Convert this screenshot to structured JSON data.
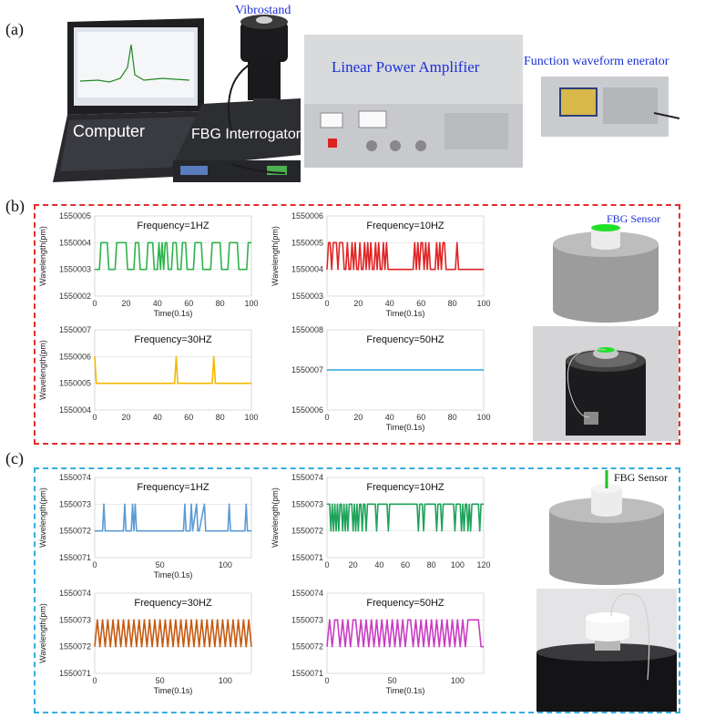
{
  "panels": {
    "a": "(a)",
    "b": "(b)",
    "c": "(c)"
  },
  "photo_labels": {
    "vibrostand": "Vibrostand",
    "amplifier": "Linear Power Amplifier",
    "function_generator": "Function waveform enerator",
    "computer": "Computer",
    "interrogator": "FBG Interrogator"
  },
  "fbg_sensor_b": "FBG Sensor",
  "fbg_sensor_c": "FBG Sensor",
  "chart_data": [
    {
      "id": "b1",
      "type": "line",
      "title": "Frequency=1HZ",
      "ylabel": "Wavelength(pm)",
      "xlabel": "Time(0.1s)",
      "color": "#2db34a",
      "xlim": [
        0,
        100
      ],
      "ylim": [
        1550002,
        1550005
      ],
      "yticks": [
        1550002,
        1550003,
        1550004,
        1550005
      ],
      "xticks": [
        0,
        20,
        40,
        60,
        80,
        100
      ],
      "x": [
        0,
        3,
        4,
        8,
        9,
        13,
        14,
        20,
        21,
        25,
        26,
        28,
        29,
        33,
        34,
        37,
        38,
        40,
        41,
        42,
        43,
        44,
        45,
        46,
        47,
        49,
        50,
        52,
        53,
        55,
        56,
        58,
        59,
        63,
        64,
        68,
        69,
        74,
        75,
        80,
        81,
        85,
        86,
        91,
        92,
        97,
        98,
        100
      ],
      "y": [
        1550003,
        1550003,
        1550004,
        1550004,
        1550003,
        1550003,
        1550004,
        1550004,
        1550003,
        1550003,
        1550004,
        1550004,
        1550003,
        1550003,
        1550004,
        1550004,
        1550003,
        1550003,
        1550004,
        1550003,
        1550004,
        1550003,
        1550004,
        1550004,
        1550003,
        1550003,
        1550004,
        1550004,
        1550003,
        1550003,
        1550004,
        1550004,
        1550003,
        1550003,
        1550004,
        1550004,
        1550003,
        1550003,
        1550004,
        1550004,
        1550003,
        1550003,
        1550004,
        1550004,
        1550003,
        1550003,
        1550004,
        1550004
      ]
    },
    {
      "id": "b2",
      "type": "line",
      "title": "Frequency=10HZ",
      "ylabel": "Wavelength(pm)",
      "xlabel": "Time(0.1s)",
      "color": "#e02424",
      "xlim": [
        0,
        100
      ],
      "ylim": [
        1550003,
        1550006
      ],
      "yticks": [
        1550003,
        1550004,
        1550005,
        1550006
      ],
      "xticks": [
        0,
        20,
        40,
        60,
        80,
        100
      ],
      "x": [
        0,
        1,
        2,
        3,
        4,
        5,
        6,
        7,
        8,
        9,
        10,
        11,
        12,
        13,
        14,
        15,
        16,
        17,
        18,
        19,
        20,
        21,
        22,
        23,
        24,
        25,
        26,
        27,
        28,
        29,
        30,
        31,
        32,
        33,
        34,
        35,
        36,
        37,
        38,
        39,
        40,
        41,
        42,
        43,
        44,
        45,
        46,
        47,
        48,
        49,
        50,
        51,
        52,
        53,
        54,
        55,
        56,
        57,
        58,
        59,
        60,
        61,
        62,
        63,
        64,
        65,
        66,
        67,
        68,
        69,
        70,
        71,
        72,
        73,
        74,
        75,
        76,
        77,
        78,
        79,
        80,
        81,
        82,
        83,
        84,
        85,
        86,
        87,
        88,
        89,
        90,
        91,
        92,
        93,
        94,
        95,
        96,
        97,
        98,
        99,
        100
      ],
      "y": [
        1550004,
        1550005,
        1550005,
        1550004,
        1550005,
        1550005,
        1550005,
        1550004,
        1550005,
        1550005,
        1550005,
        1550004,
        1550004,
        1550005,
        1550004,
        1550004,
        1550005,
        1550004,
        1550005,
        1550004,
        1550004,
        1550005,
        1550004,
        1550004,
        1550005,
        1550004,
        1550005,
        1550004,
        1550005,
        1550004,
        1550004,
        1550005,
        1550004,
        1550005,
        1550004,
        1550004,
        1550005,
        1550004,
        1550005,
        1550004,
        1550004,
        1550004,
        1550004,
        1550004,
        1550004,
        1550004,
        1550004,
        1550004,
        1550004,
        1550004,
        1550004,
        1550004,
        1550004,
        1550004,
        1550004,
        1550004,
        1550005,
        1550004,
        1550005,
        1550004,
        1550005,
        1550005,
        1550004,
        1550005,
        1550004,
        1550005,
        1550004,
        1550004,
        1550004,
        1550004,
        1550005,
        1550004,
        1550005,
        1550004,
        1550005,
        1550005,
        1550004,
        1550004,
        1550004,
        1550004,
        1550004,
        1550004,
        1550004,
        1550005,
        1550004,
        1550004,
        1550004,
        1550004,
        1550004,
        1550004,
        1550004,
        1550004,
        1550004,
        1550004,
        1550004,
        1550004,
        1550004,
        1550004,
        1550004,
        1550004,
        1550004
      ]
    },
    {
      "id": "b3",
      "type": "line",
      "title": "Frequency=30HZ",
      "ylabel": "Wavelength(pm)",
      "xlabel": "",
      "color": "#f5b800",
      "xlim": [
        0,
        100
      ],
      "ylim": [
        1550004,
        1550007
      ],
      "yticks": [
        1550004,
        1550005,
        1550006,
        1550007
      ],
      "xticks": [
        0,
        20,
        40,
        60,
        80,
        100
      ],
      "x": [
        0,
        1,
        2,
        51,
        52,
        53,
        75,
        76,
        77,
        100
      ],
      "y": [
        1550006,
        1550005,
        1550005,
        1550005,
        1550006,
        1550005,
        1550005,
        1550006,
        1550005,
        1550005
      ]
    },
    {
      "id": "b4",
      "type": "line",
      "title": "Frequency=50HZ",
      "ylabel": "",
      "xlabel": "Time(0.1s)",
      "color": "#2aa3e0",
      "xlim": [
        0,
        100
      ],
      "ylim": [
        1550006,
        1550008
      ],
      "yticks": [
        1550006,
        1550007,
        1550008
      ],
      "xticks": [
        0,
        20,
        40,
        60,
        80,
        100
      ],
      "x": [
        0,
        100
      ],
      "y": [
        1550007,
        1550007
      ]
    },
    {
      "id": "c1",
      "type": "line",
      "title": "Frequency=1HZ",
      "ylabel": "Wavelength(pm)",
      "xlabel": "Time(0.1s)",
      "color": "#5b9bd5",
      "xlim": [
        0,
        120
      ],
      "ylim": [
        1550071,
        1550074
      ],
      "yticks": [
        1550071,
        1550072,
        1550073,
        1550074
      ],
      "xticks": [
        0,
        50,
        100
      ],
      "x": [
        0,
        6,
        7,
        8,
        22,
        23,
        24,
        28,
        29,
        30,
        31,
        32,
        33,
        68,
        69,
        70,
        73,
        74,
        75,
        78,
        79,
        80,
        84,
        85,
        86,
        102,
        103,
        104,
        115,
        116,
        117,
        120
      ],
      "y": [
        1550072,
        1550072,
        1550073,
        1550072,
        1550072,
        1550073,
        1550072,
        1550072,
        1550073,
        1550072,
        1550073,
        1550072,
        1550072,
        1550072,
        1550073,
        1550072,
        1550072,
        1550073,
        1550072,
        1550073,
        1550072,
        1550072,
        1550073,
        1550072,
        1550072,
        1550072,
        1550073,
        1550072,
        1550072,
        1550073,
        1550072,
        1550072
      ]
    },
    {
      "id": "c2",
      "type": "line",
      "title": "Frequency=10HZ",
      "ylabel": "Wavelength(pm)",
      "xlabel": "",
      "color": "#1fa35a",
      "xlim": [
        0,
        120
      ],
      "ylim": [
        1550071,
        1550074
      ],
      "yticks": [
        1550071,
        1550072,
        1550073,
        1550074
      ],
      "xticks": [
        0,
        20,
        40,
        60,
        80,
        100,
        120
      ],
      "x": [
        0,
        1,
        2,
        3,
        4,
        5,
        6,
        7,
        8,
        9,
        10,
        11,
        12,
        13,
        14,
        15,
        16,
        17,
        18,
        19,
        20,
        21,
        22,
        23,
        24,
        25,
        26,
        27,
        28,
        29,
        30,
        31,
        32,
        33,
        34,
        35,
        36,
        37,
        38,
        39,
        40,
        41,
        42,
        43,
        44,
        45,
        46,
        47,
        48,
        49,
        50,
        51,
        52,
        53,
        54,
        55,
        56,
        57,
        58,
        59,
        60,
        61,
        62,
        63,
        64,
        65,
        66,
        67,
        68,
        69,
        70,
        71,
        72,
        73,
        74,
        75,
        76,
        77,
        78,
        79,
        80,
        81,
        82,
        83,
        84,
        85,
        86,
        87,
        88,
        89,
        90,
        91,
        92,
        93,
        94,
        95,
        96,
        97,
        98,
        99,
        100,
        101,
        102,
        103,
        104,
        105,
        106,
        107,
        108,
        109,
        110,
        111,
        112,
        113,
        114,
        115,
        116,
        117,
        118,
        119,
        120
      ],
      "y": [
        1550073,
        1550073,
        1550073,
        1550072,
        1550073,
        1550072,
        1550073,
        1550072,
        1550073,
        1550072,
        1550073,
        1550073,
        1550072,
        1550073,
        1550072,
        1550073,
        1550072,
        1550073,
        1550073,
        1550073,
        1550072,
        1550073,
        1550072,
        1550073,
        1550072,
        1550073,
        1550073,
        1550072,
        1550073,
        1550073,
        1550072,
        1550073,
        1550073,
        1550073,
        1550073,
        1550073,
        1550073,
        1550073,
        1550072,
        1550073,
        1550073,
        1550073,
        1550073,
        1550073,
        1550073,
        1550073,
        1550073,
        1550072,
        1550073,
        1550073,
        1550073,
        1550073,
        1550073,
        1550073,
        1550073,
        1550073,
        1550073,
        1550073,
        1550073,
        1550073,
        1550073,
        1550073,
        1550073,
        1550073,
        1550073,
        1550073,
        1550073,
        1550073,
        1550073,
        1550073,
        1550072,
        1550073,
        1550073,
        1550073,
        1550072,
        1550073,
        1550073,
        1550073,
        1550073,
        1550073,
        1550073,
        1550073,
        1550073,
        1550073,
        1550072,
        1550073,
        1550073,
        1550073,
        1550072,
        1550073,
        1550073,
        1550073,
        1550073,
        1550073,
        1550073,
        1550073,
        1550073,
        1550073,
        1550072,
        1550073,
        1550073,
        1550073,
        1550073,
        1550072,
        1550073,
        1550072,
        1550073,
        1550073,
        1550072,
        1550073,
        1550072,
        1550073,
        1550073,
        1550073,
        1550073,
        1550073,
        1550073,
        1550072,
        1550073,
        1550073,
        1550073
      ]
    },
    {
      "id": "c3",
      "type": "line",
      "title": "Frequency=30HZ",
      "ylabel": "Wavelength(pm)",
      "xlabel": "Time(0.1s)",
      "color": "#c55a11",
      "xlim": [
        0,
        120
      ],
      "ylim": [
        1550071,
        1550074
      ],
      "yticks": [
        1550071,
        1550072,
        1550073,
        1550074
      ],
      "xticks": [
        0,
        50,
        100
      ],
      "x": [
        0,
        2,
        4,
        6,
        8,
        10,
        12,
        14,
        16,
        18,
        20,
        22,
        24,
        26,
        28,
        30,
        32,
        34,
        36,
        38,
        40,
        42,
        44,
        46,
        48,
        50,
        52,
        54,
        56,
        58,
        60,
        62,
        64,
        66,
        68,
        70,
        72,
        74,
        76,
        78,
        80,
        82,
        84,
        86,
        88,
        90,
        92,
        94,
        96,
        98,
        100,
        102,
        104,
        106,
        108,
        110,
        112,
        114,
        116,
        118,
        120
      ],
      "y": [
        1550072,
        1550073,
        1550072,
        1550073,
        1550072,
        1550073,
        1550072,
        1550073,
        1550072,
        1550073,
        1550072,
        1550073,
        1550072,
        1550073,
        1550072,
        1550073,
        1550072,
        1550073,
        1550072,
        1550073,
        1550072,
        1550073,
        1550072,
        1550073,
        1550072,
        1550073,
        1550072,
        1550073,
        1550072,
        1550073,
        1550072,
        1550073,
        1550072,
        1550073,
        1550072,
        1550073,
        1550072,
        1550073,
        1550072,
        1550073,
        1550072,
        1550073,
        1550072,
        1550073,
        1550072,
        1550073,
        1550072,
        1550073,
        1550072,
        1550073,
        1550072,
        1550073,
        1550072,
        1550073,
        1550072,
        1550073,
        1550072,
        1550073,
        1550072,
        1550073,
        1550072
      ]
    },
    {
      "id": "c4",
      "type": "line",
      "title": "Frequency=50HZ",
      "ylabel": "",
      "xlabel": "Time(0.1s)",
      "color": "#c93cc3",
      "xlim": [
        0,
        120
      ],
      "ylim": [
        1550071,
        1550074
      ],
      "yticks": [
        1550071,
        1550072,
        1550073,
        1550074
      ],
      "xticks": [
        0,
        50,
        100
      ],
      "x": [
        0,
        2,
        4,
        6,
        8,
        10,
        12,
        14,
        16,
        18,
        20,
        22,
        24,
        26,
        28,
        30,
        32,
        34,
        36,
        38,
        40,
        42,
        44,
        46,
        48,
        50,
        52,
        54,
        56,
        58,
        60,
        62,
        64,
        66,
        68,
        70,
        72,
        74,
        76,
        78,
        80,
        82,
        84,
        86,
        88,
        90,
        92,
        94,
        96,
        98,
        100,
        102,
        104,
        106,
        108,
        110,
        112,
        114,
        116,
        118,
        120
      ],
      "y": [
        1550072,
        1550073,
        1550072,
        1550073,
        1550073,
        1550072,
        1550073,
        1550072,
        1550073,
        1550072,
        1550073,
        1550073,
        1550072,
        1550073,
        1550072,
        1550073,
        1550072,
        1550073,
        1550072,
        1550073,
        1550072,
        1550073,
        1550072,
        1550073,
        1550072,
        1550073,
        1550072,
        1550073,
        1550072,
        1550073,
        1550072,
        1550073,
        1550073,
        1550072,
        1550073,
        1550072,
        1550073,
        1550072,
        1550073,
        1550072,
        1550073,
        1550072,
        1550073,
        1550072,
        1550073,
        1550072,
        1550073,
        1550072,
        1550073,
        1550072,
        1550073,
        1550072,
        1550073,
        1550072,
        1550073,
        1550073,
        1550073,
        1550073,
        1550073,
        1550072,
        1550072
      ]
    }
  ]
}
